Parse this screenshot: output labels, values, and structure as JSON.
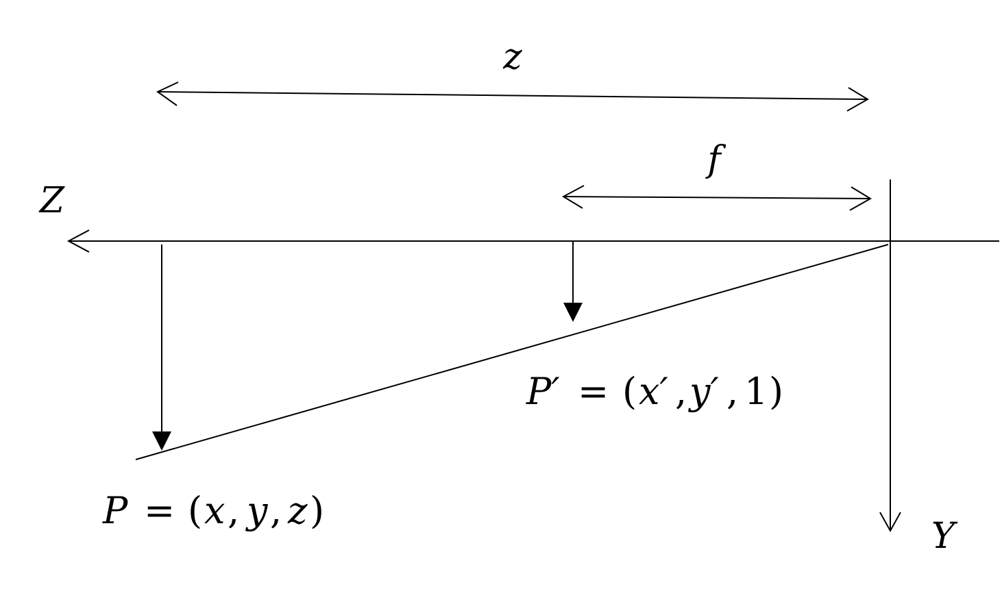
{
  "labels": {
    "z_distance": "z",
    "f_distance": "f",
    "z_axis": "Z",
    "y_axis": "Y",
    "p_prime_name": "P′",
    "p_prime_equals": "=",
    "p_prime_open": "(",
    "p_prime_x": "x′",
    "p_prime_comma1": ",",
    "p_prime_y": "y′",
    "p_prime_comma2": ",",
    "p_prime_one": "1",
    "p_prime_close": ")",
    "p_name": "P",
    "p_equals": "=",
    "p_open": "(",
    "p_x": "x",
    "p_comma1": ",",
    "p_y": "y",
    "p_comma2": ",",
    "p_z": "z",
    "p_close": ")"
  },
  "colors": {
    "line": "#000000",
    "background": "#ffffff"
  }
}
